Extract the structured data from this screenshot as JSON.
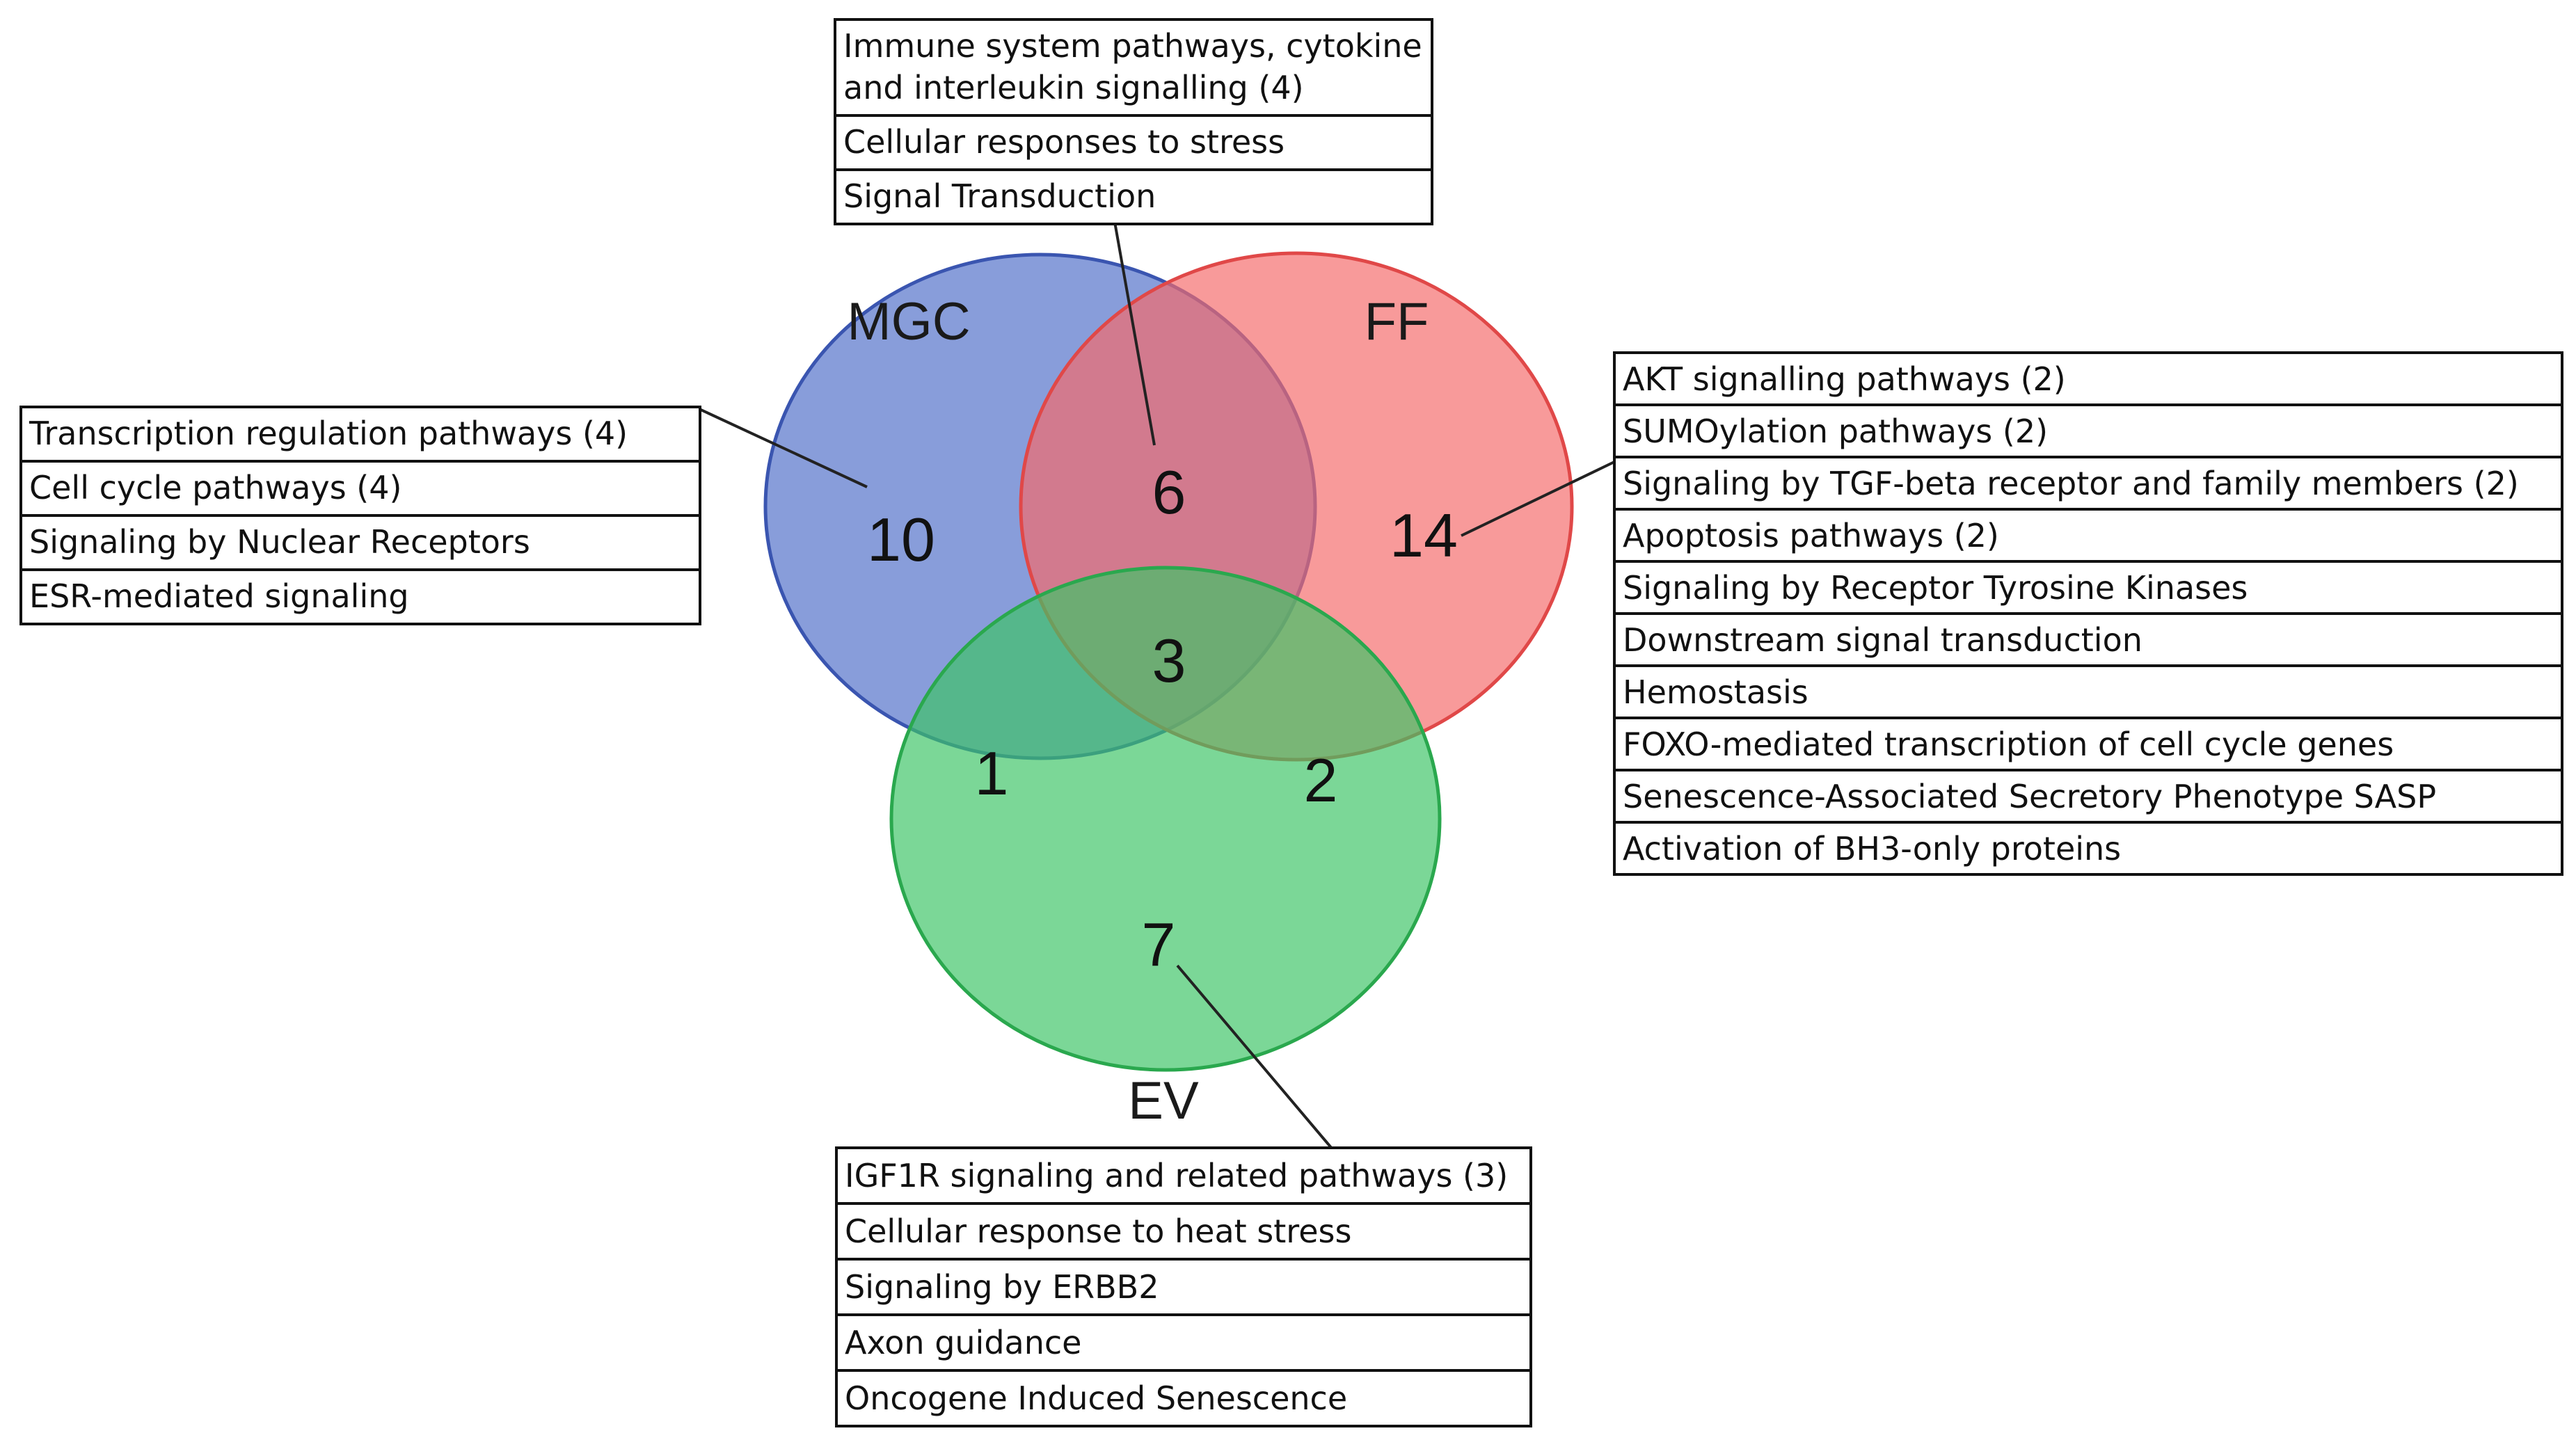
{
  "sets": {
    "mgc": {
      "label": "MGC",
      "color": "#4f6fc8"
    },
    "ff": {
      "label": "FF",
      "color": "#f46a6a"
    },
    "ev": {
      "label": "EV",
      "color": "#3dc466"
    }
  },
  "counts": {
    "mgc_only": "10",
    "ff_only": "14",
    "ev_only": "7",
    "mgc_ff": "6",
    "mgc_ev": "1",
    "ff_ev": "2",
    "all": "3"
  },
  "annotations": {
    "mgc_ff": {
      "items": [
        "Immune system pathways, cytokine and interleukin signalling (4)",
        "Cellular responses to stress",
        "Signal Transduction"
      ]
    },
    "mgc_only": {
      "items": [
        "Transcription regulation pathways (4)",
        "Cell cycle pathways (4)",
        "Signaling by Nuclear Receptors",
        "ESR-mediated signaling"
      ]
    },
    "ff_only": {
      "items": [
        "AKT signalling pathways (2)",
        "SUMOylation pathways (2)",
        "Signaling by TGF-beta receptor and family members (2)",
        "Apoptosis pathways (2)",
        "Signaling by Receptor Tyrosine Kinases",
        "Downstream signal transduction",
        "Hemostasis",
        "FOXO-mediated transcription of cell cycle genes",
        "Senescence-Associated Secretory Phenotype SASP",
        "Activation of BH3-only proteins"
      ]
    },
    "ev_only": {
      "items": [
        "IGF1R signaling and related pathways (3)",
        "Cellular response to heat stress",
        "Signaling by ERBB2",
        "Axon guidance",
        "Oncogene Induced Senescence"
      ]
    }
  }
}
